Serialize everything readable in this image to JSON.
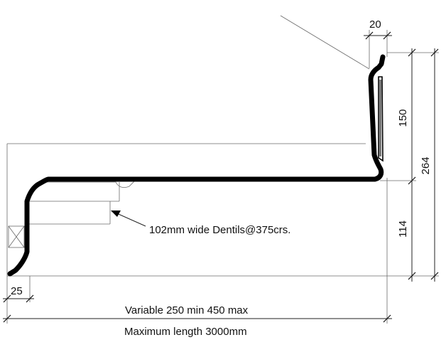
{
  "dimensions": {
    "top_width": "20",
    "upper_height": "150",
    "total_height": "264",
    "lower_height": "114",
    "left_offset": "25"
  },
  "annotations": {
    "dentils": "102mm wide Dentils@375crs.",
    "variable_span": "Variable  250 min 450 max",
    "max_length": "Maximum length 3000mm"
  }
}
